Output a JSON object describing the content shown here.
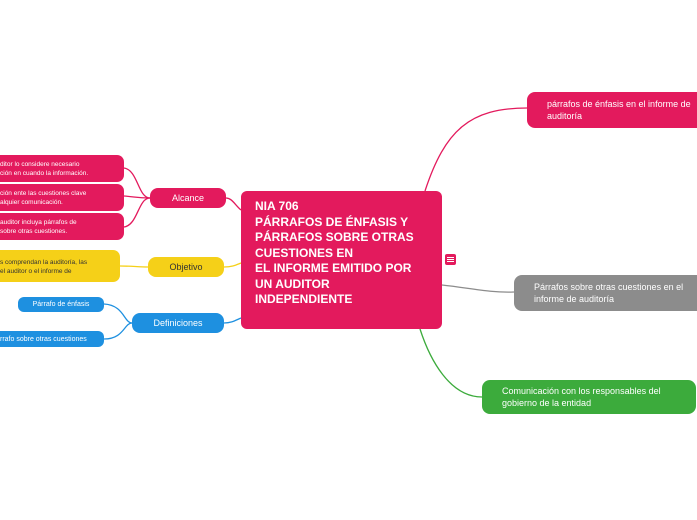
{
  "central": {
    "lines": [
      "NIA 706",
      "PÁRRAFOS DE ÉNFASIS Y",
      "PÁRRAFOS SOBRE OTRAS",
      "CUESTIONES EN",
      "EL INFORME EMITIDO POR",
      "UN AUDITOR",
      "INDEPENDIENTE"
    ],
    "color": "#e31a5d"
  },
  "notes_icon": "notes-icon",
  "left_branches": {
    "alcance": {
      "label": "Alcance",
      "color": "#e31a5d",
      "items": [
        [
          "ditor lo considere necesario",
          "ción en cuando la información."
        ],
        [
          "ción ente las cuestiones clave",
          "alquier comunicación."
        ],
        [
          "auditor incluya párrafos de",
          "sobre otras cuestiones."
        ]
      ]
    },
    "objetivo": {
      "label": "Objetivo",
      "color": "#f5d018",
      "items": [
        [
          "s comprendan la auditoría, las",
          "el auditor o el informe de"
        ]
      ]
    },
    "definiciones": {
      "label": "Definiciones",
      "color": "#1e90e0",
      "items": [
        "Párrafo de énfasis",
        "rrafo sobre otras cuestiones"
      ]
    }
  },
  "right_branches": [
    {
      "lines": [
        "párrafos de énfasis en el informe de",
        "auditoría"
      ],
      "color": "#e31a5d"
    },
    {
      "lines": [
        "Párrafos sobre otras cuestiones en el",
        "informe de auditoría"
      ],
      "color": "#8c8c8c"
    },
    {
      "lines": [
        "Comunicación con los responsables del",
        "gobierno de la entidad"
      ],
      "color": "#3cab3c"
    }
  ]
}
